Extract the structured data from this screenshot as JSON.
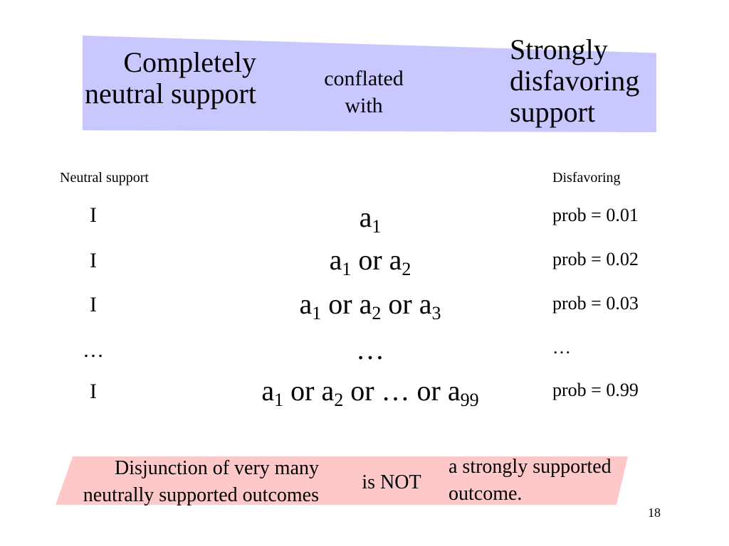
{
  "colors": {
    "top_band": "#c8c8ff",
    "bottom_band": "#ffc8c8"
  },
  "top": {
    "left_line1": "Completely",
    "left_line2": "neutral support",
    "middle_line1": "conflated",
    "middle_line2": "with",
    "right_line1": "Strongly",
    "right_line2": "disfavoring",
    "right_line3": "support"
  },
  "headers": {
    "left": "Neutral support",
    "right": "Disfavoring"
  },
  "rows": [
    {
      "left": "I",
      "right": "prob = 0.01"
    },
    {
      "left": "I",
      "right": "prob = 0.02"
    },
    {
      "left": "I",
      "right": "prob = 0.03"
    },
    {
      "left": "…",
      "right": "…"
    },
    {
      "left": "I",
      "right": "prob = 0.99"
    }
  ],
  "formulas": {
    "a": "a",
    "or": "or",
    "ellipsis": "…",
    "sub1": "1",
    "sub2": "2",
    "sub3": "3",
    "sub99": "99"
  },
  "bottom": {
    "left_line1": "Disjunction of very many",
    "left_line2": "neutrally supported outcomes",
    "middle": "is NOT",
    "right_line1": "a strongly supported",
    "right_line2": "outcome."
  },
  "page_number": "18"
}
